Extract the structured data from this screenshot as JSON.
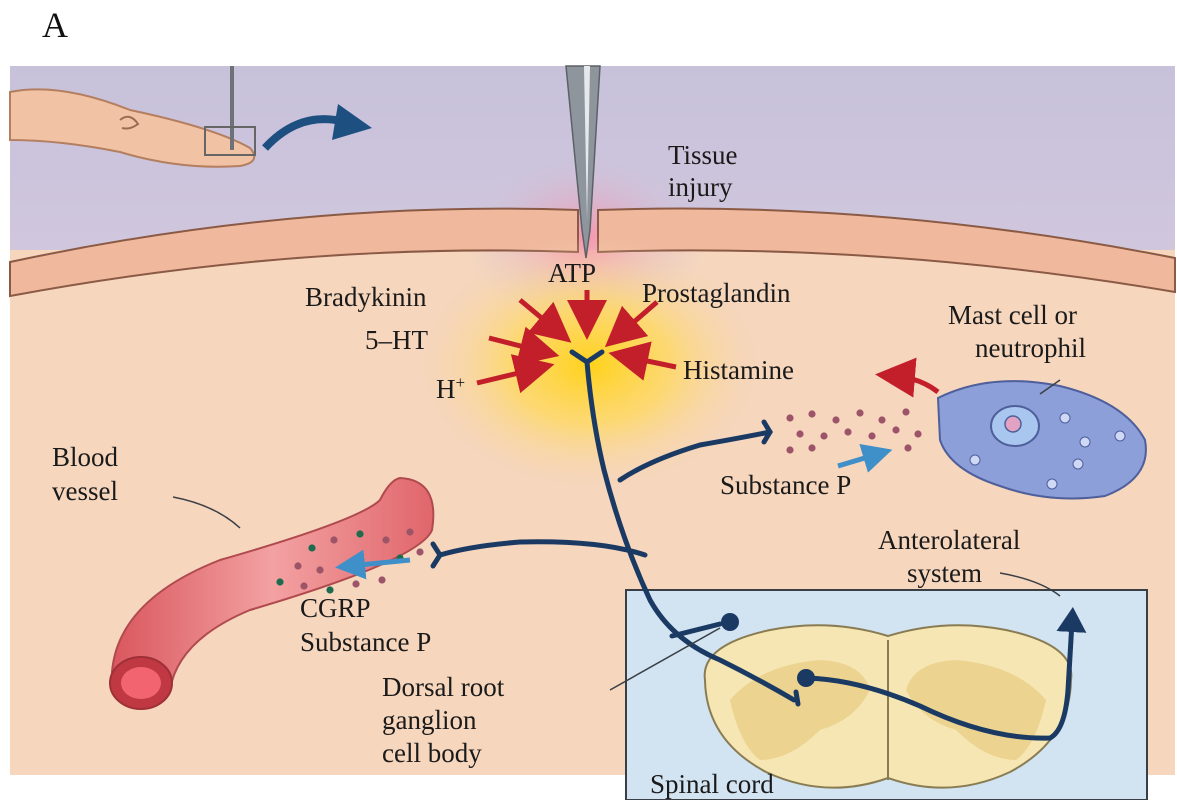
{
  "panel_letter": "A",
  "labels": {
    "tissue_injury_line1": "Tissue",
    "tissue_injury_line2": "injury",
    "atp": "ATP",
    "bradykinin": "Bradykinin",
    "prostaglandin": "Prostaglandin",
    "serotonin": "5–HT",
    "histamine": "Histamine",
    "proton": "H",
    "proton_sup": "+",
    "mast_cell_line1": "Mast cell or",
    "mast_cell_line2": "neutrophil",
    "substance_p_right": "Substance P",
    "blood_vessel_line1": "Blood",
    "blood_vessel_line2": "vessel",
    "cgrp": "CGRP",
    "substance_p_left": "Substance P",
    "anterolateral_line1": "Anterolateral",
    "anterolateral_line2": "system",
    "drg_line1": "Dorsal root",
    "drg_line2": "ganglion",
    "drg_line3": "cell body",
    "spinal_cord": "Spinal cord"
  },
  "colors": {
    "skin_surface": "#c9c3dc",
    "tissue": "#f6d6bd",
    "inflammation_glow": "#ffd21a",
    "injury_glow": "#ff8fa5",
    "nerve_fiber": "#1b3a63",
    "mediator_arrow": "#c21f2b",
    "release_arrow": "#3f8fc9",
    "mast_cell": "#8c9fd8",
    "blood_vessel": "#e8777b",
    "spinal_box": "#d2e3f2",
    "spinal_cord": "#f5e6b3",
    "gray_matter": "#ecd38f"
  },
  "icons": {
    "needle": "needle-icon",
    "finger": "finger-icon",
    "zoom_arrow": "curved-arrow-icon"
  }
}
